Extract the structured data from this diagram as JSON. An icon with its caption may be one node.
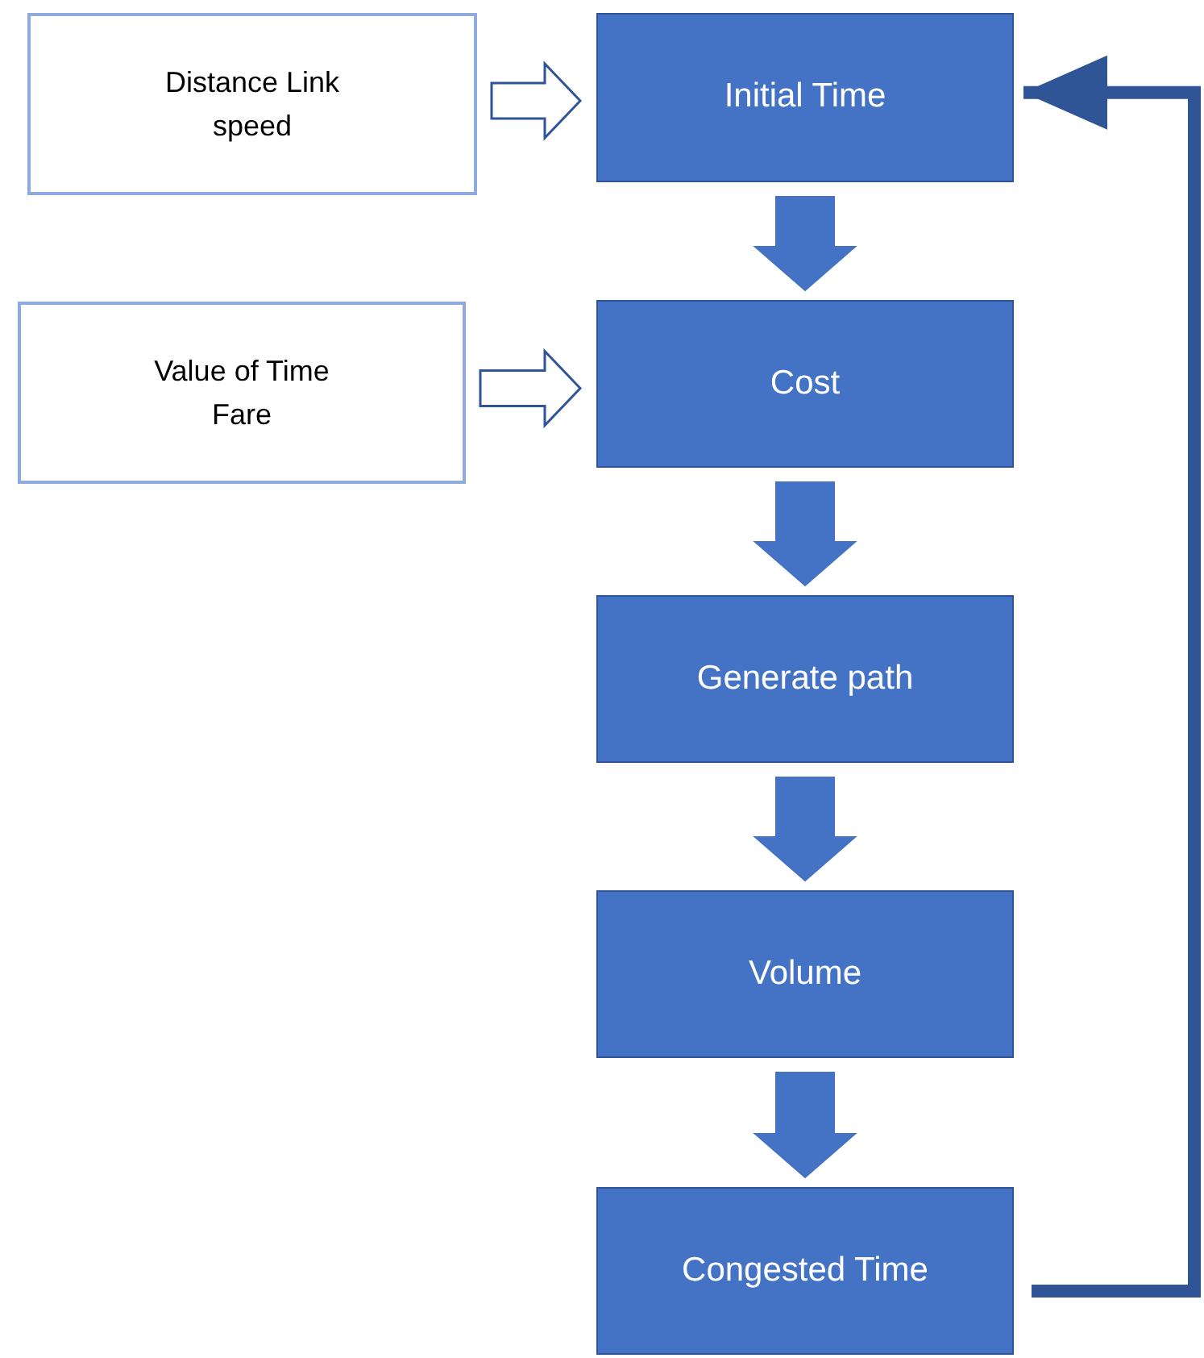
{
  "diagram": {
    "nodes": [
      {
        "text": [
          "Distance Link speed"
        ]
      },
      {
        "text": [
          "Initial Time"
        ]
      },
      {
        "text": [
          "Value of Time Fare"
        ]
      },
      {
        "text": [
          "Cost"
        ]
      },
      {
        "text": [
          "Generate path"
        ]
      },
      {
        "text": [
          "Volume"
        ]
      },
      {
        "text": [
          "Congested Time"
        ]
      }
    ],
    "edges": [
      {
        "from": 0,
        "to": 1,
        "arrow": "to"
      },
      {
        "from": 1,
        "to": 3,
        "arrow": "to"
      },
      {
        "from": 2,
        "to": 3,
        "arrow": "to"
      },
      {
        "from": 3,
        "to": 4,
        "arrow": "to"
      },
      {
        "from": 4,
        "to": 5,
        "arrow": "to"
      },
      {
        "from": 5,
        "to": 6,
        "arrow": "to"
      },
      {
        "from": 6,
        "to": 1,
        "arrow": "to",
        "color": "#2f5597"
      }
    ]
  }
}
